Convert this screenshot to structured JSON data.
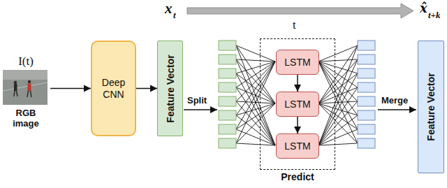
{
  "diagram": {
    "nodes": [
      {
        "text": [
          "I(t)",
          "RGB image"
        ]
      },
      {
        "text": [
          "Deep CNN"
        ]
      },
      {
        "text": [
          "Feature Vector"
        ]
      },
      {
        "text": [
          "Predict"
        ]
      },
      {
        "text": [
          "LSTM"
        ],
        "in": 3
      },
      {
        "text": [
          "LSTM"
        ],
        "in": 3
      },
      {
        "text": [
          "LSTM"
        ],
        "in": 3
      },
      {
        "text": [
          "Feature Vector"
        ]
      }
    ],
    "edges": [
      {
        "from": 0,
        "to": 1,
        "arrow": "to"
      },
      {
        "from": 1,
        "to": 2,
        "arrow": "to"
      },
      {
        "from": 4,
        "to": 5,
        "arrow": "to"
      },
      {
        "from": 5,
        "to": 6,
        "arrow": "to"
      }
    ],
    "labels": [
      "x",
      "t",
      "t",
      "x̂",
      "t+k",
      "Split",
      "Merge"
    ]
  }
}
